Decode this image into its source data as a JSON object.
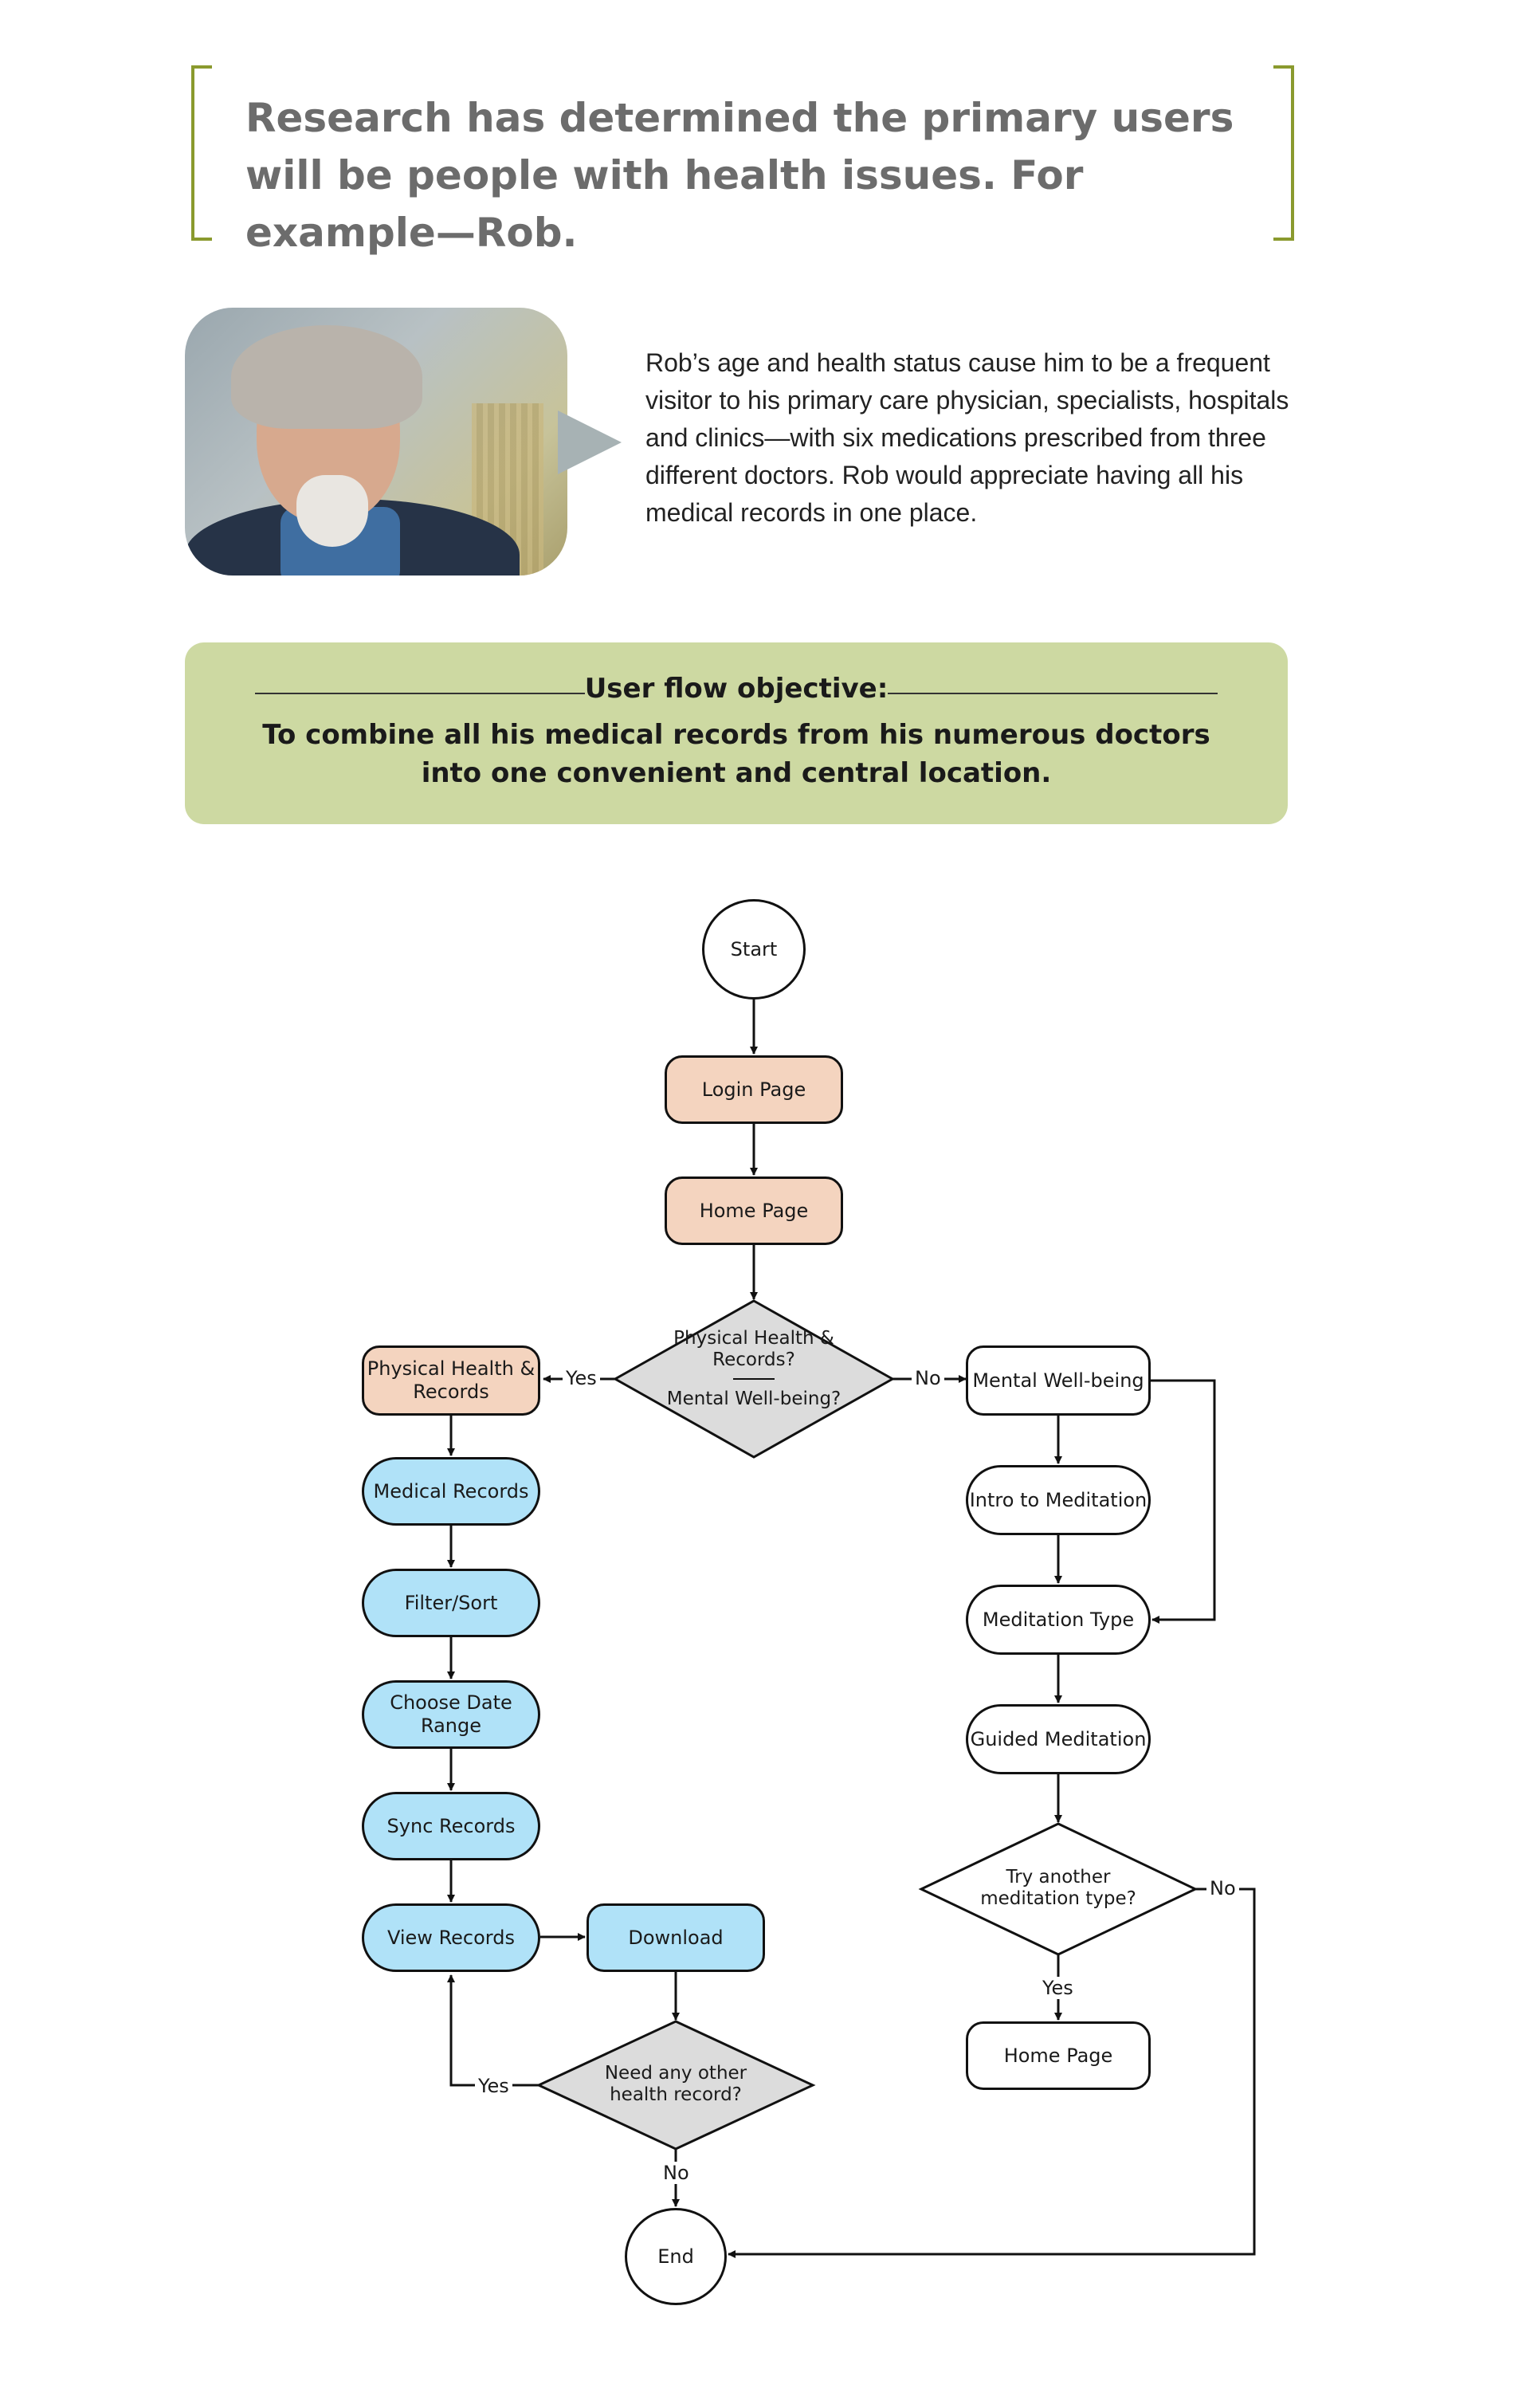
{
  "quote": {
    "text": "Research has determined the primary users will be people with health issues. For example—Rob."
  },
  "persona": {
    "description": "Rob’s age and health status cause him to be a frequent visitor to his primary care physician, specialists, hospitals and clinics—with six medications prescribed from three different doctors. Rob would appreciate having all his medical records in one place."
  },
  "objective": {
    "heading": "User flow objective:",
    "body": "To combine all his medical records from his numerous doctors into one convenient and central location."
  },
  "flow": {
    "start": "Start",
    "login": "Login Page",
    "home": "Home Page",
    "decision_main_top": "Physical Health & Records?",
    "decision_main_bottom": "Mental Well-being?",
    "physical": "Physical Health & Records",
    "medical_records": "Medical Records",
    "filter_sort": "Filter/Sort",
    "date_range": "Choose Date Range",
    "sync": "Sync Records",
    "view": "View Records",
    "download": "Download",
    "decision_other": "Need any other health record?",
    "end": "End",
    "mental": "Mental Well-being",
    "intro": "Intro to Meditation",
    "med_type": "Meditation Type",
    "guided": "Guided Meditation",
    "decision_another": "Try another meditation type?",
    "home2": "Home Page",
    "yes": "Yes",
    "no": "No"
  },
  "colors": {
    "accent_bracket": "#8a9a2e",
    "objective_bg": "#cdd9a2",
    "peach_node": "#f4d4bf",
    "blue_node": "#b0e2f8",
    "decision": "#dcdcdc"
  }
}
